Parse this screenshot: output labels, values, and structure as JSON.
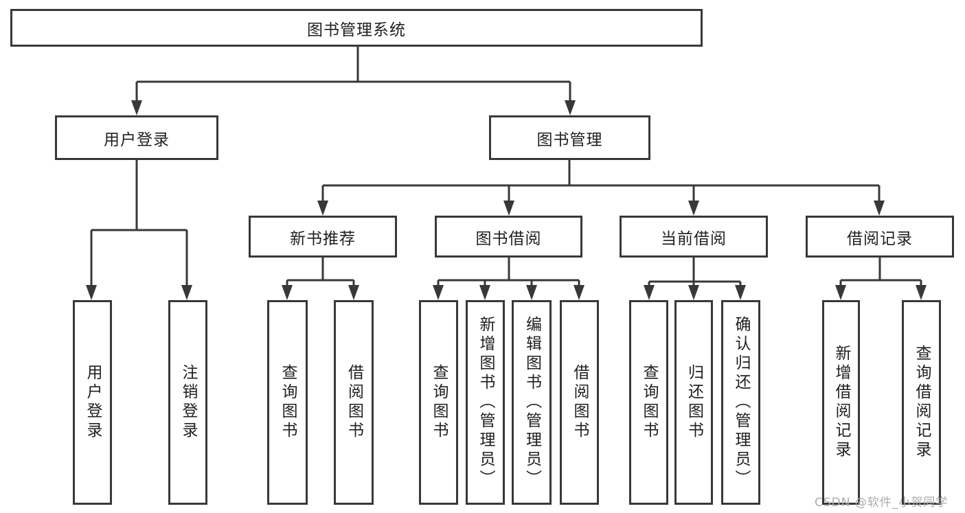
{
  "diagram": {
    "root": {
      "label": "图书管理系统"
    },
    "branches": [
      {
        "label": "用户登录",
        "children": [
          {
            "label": "用户登录"
          },
          {
            "label": "注销登录"
          }
        ]
      },
      {
        "label": "图书管理",
        "children": [
          {
            "label": "新书推荐",
            "children": [
              {
                "label": "查询图书"
              },
              {
                "label": "借阅图书"
              }
            ]
          },
          {
            "label": "图书借阅",
            "children": [
              {
                "label": "查询图书"
              },
              {
                "label": "新增图书（管理员）"
              },
              {
                "label": "编辑图书（管理员）"
              },
              {
                "label": "借阅图书"
              }
            ]
          },
          {
            "label": "当前借阅",
            "children": [
              {
                "label": "查询图书"
              },
              {
                "label": "归还图书"
              },
              {
                "label": "确认归还（管理员）"
              }
            ]
          },
          {
            "label": "借阅记录",
            "children": [
              {
                "label": "新增借阅记录"
              },
              {
                "label": "查询借阅记录"
              }
            ]
          }
        ]
      }
    ],
    "watermark": "CSDN @软件_小贺同学",
    "colors": {
      "line": "#383838",
      "box_border": "#383838",
      "text": "#1f1f1f",
      "watermark": "#ababab",
      "background": "#ffffff"
    }
  }
}
